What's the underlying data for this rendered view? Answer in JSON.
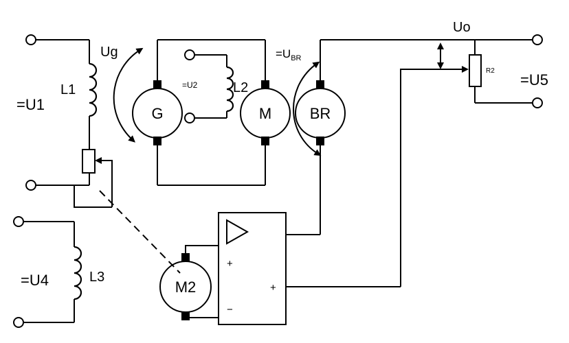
{
  "diagram": {
    "labels": {
      "u1": "=U1",
      "l1": "L1",
      "ug": "Ug",
      "u2": "=U2",
      "l2": "L2",
      "ubr_prefix": "=U",
      "ubr_sub": "BR",
      "uo": "Uo",
      "r2": "R2",
      "u5": "=U5",
      "u4": "=U4",
      "l3": "L3",
      "plus_in": "+",
      "minus_in": "−",
      "plus_right": "+"
    },
    "machines": {
      "g": "G",
      "m": "M",
      "br": "BR",
      "m2": "M2"
    }
  }
}
